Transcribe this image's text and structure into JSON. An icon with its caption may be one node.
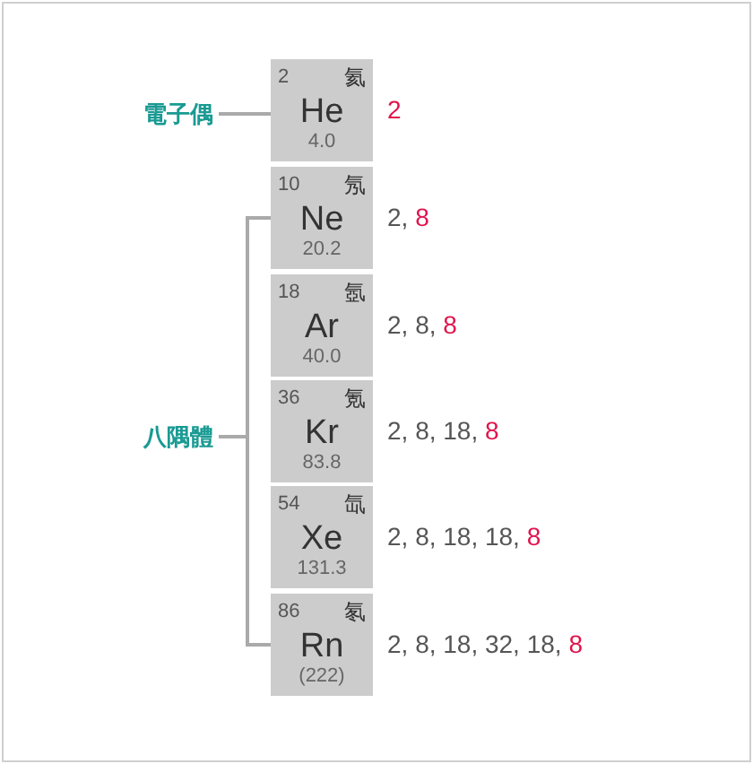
{
  "diagram": {
    "nodes": [
      {
        "text": [
          "2",
          "氦",
          "He",
          "4.0"
        ],
        "beside": [
          "2"
        ]
      },
      {
        "text": [
          "10",
          "氖",
          "Ne",
          "20.2"
        ],
        "beside": [
          "2,",
          "8"
        ]
      },
      {
        "text": [
          "18",
          "氬",
          "Ar",
          "40.0"
        ],
        "beside": [
          "2, 8,",
          "8"
        ]
      },
      {
        "text": [
          "36",
          "氪",
          "Kr",
          "83.8"
        ],
        "beside": [
          "2, 8, 18,",
          "8"
        ]
      },
      {
        "text": [
          "54",
          "氙",
          "Xe",
          "131.3"
        ],
        "beside": [
          "2, 8, 18, 18,",
          "8"
        ]
      },
      {
        "text": [
          "86",
          "氡",
          "Rn",
          "(222)"
        ],
        "beside": [
          "2, 8, 18, 32, 18,",
          "8"
        ]
      },
      {
        "text": [
          "電子偶"
        ]
      },
      {
        "text": [
          "八隅體"
        ]
      }
    ],
    "edges": [
      {
        "from": 6,
        "to": 0,
        "arrow": "none"
      },
      {
        "from": 7,
        "to": 1,
        "arrow": "none"
      },
      {
        "from": 7,
        "to": 5,
        "arrow": "none"
      }
    ]
  }
}
